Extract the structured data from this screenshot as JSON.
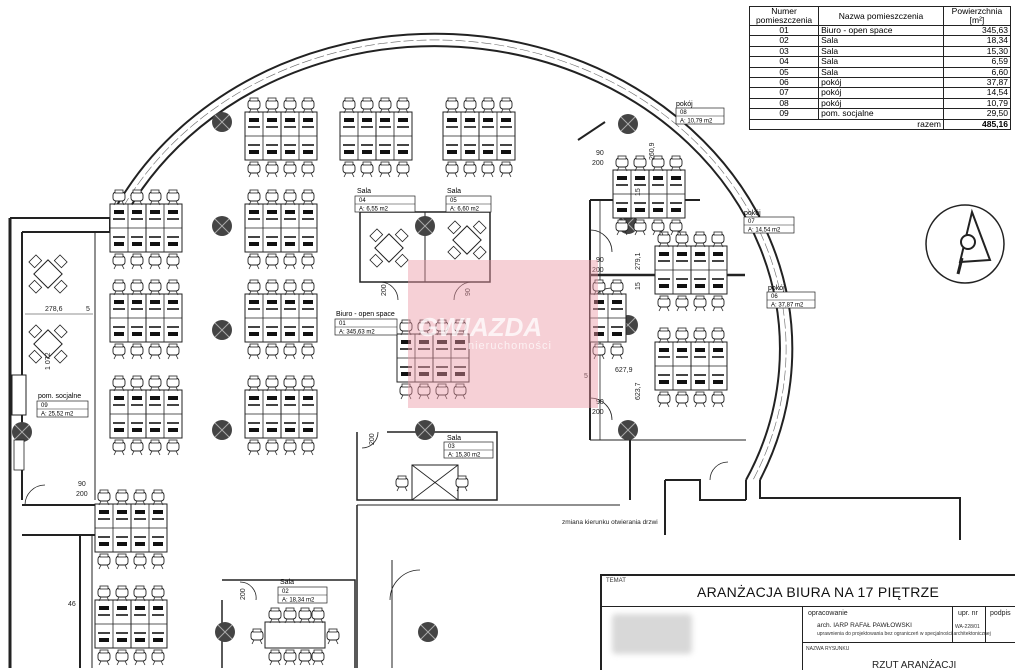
{
  "room_table": {
    "headers": [
      "Numer pomieszczenia",
      "Nazwa pomieszczenia",
      "Powierzchnia [m²]"
    ],
    "rows": [
      [
        "01",
        "Biuro - open space",
        "345,63"
      ],
      [
        "02",
        "Sala",
        "18,34"
      ],
      [
        "03",
        "Sala",
        "15,30"
      ],
      [
        "04",
        "Sala",
        "6,59"
      ],
      [
        "05",
        "Sala",
        "6,60"
      ],
      [
        "06",
        "pokój",
        "37,87"
      ],
      [
        "07",
        "pokój",
        "14,54"
      ],
      [
        "08",
        "pokój",
        "10,79"
      ],
      [
        "09",
        "pom. socjalne",
        "29,50"
      ]
    ],
    "total_label": "razem",
    "total_value": "485,16"
  },
  "room_labels": [
    {
      "name": "Sala",
      "num": "04",
      "area": "A: 6,55 m2"
    },
    {
      "name": "Sala",
      "num": "05",
      "area": "A: 6,60 m2"
    },
    {
      "name": "pokój",
      "num": "08",
      "area": "A: 10,79 m2"
    },
    {
      "name": "pokój",
      "num": "07",
      "area": "A: 14,54 m2"
    },
    {
      "name": "pokój",
      "num": "06",
      "area": "A: 37,87 m2"
    },
    {
      "name": "Biuro - open space",
      "num": "01",
      "area": "A: 345,63 m2"
    },
    {
      "name": "pom. socjalne",
      "num": "09",
      "area": "A: 25,52 m2"
    },
    {
      "name": "Sala",
      "num": "03",
      "area": "A: 15,30 m2"
    },
    {
      "name": "Sala",
      "num": "02",
      "area": "A: 18,34 m2"
    }
  ],
  "dimensions": {
    "d_278_6": "278,6",
    "d_1072": "1 072",
    "d_260_9": "260,9",
    "d_279_1": "279,1",
    "d_627_9": "627,9",
    "d_623_7": "623,7",
    "d_90": "90",
    "d_200": "200",
    "d_5": "5",
    "d_15": "15",
    "d_46": "46"
  },
  "note_door": "zmiana kierunku otwierania drzwi",
  "watermark": {
    "brand": "GWIAZDA",
    "sub": "nieruchomości"
  },
  "title_block": {
    "temat_label": "TEMAT",
    "title": "ARANŻACJA BIURA NA 17 PIĘTRZE",
    "opracowanie_label": "opracowanie",
    "author": "arch. IARP RAFAŁ PAWŁOWSKI",
    "author_note": "uprawnienia do projektowania bez ograniczeń w specjalności architektonicznej",
    "upr_label": "upr. nr",
    "upr_value": "WA-228/01",
    "podpis_label": "podpis",
    "nazwa_label": "NAZWA RYSUNKU",
    "drawing_name": "RZUT ARANŻACJI"
  }
}
